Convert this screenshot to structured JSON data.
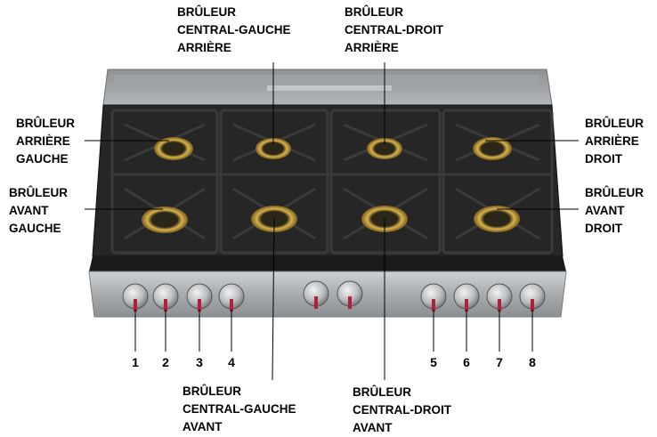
{
  "labels": {
    "rear_center_left": [
      "BRÛLEUR",
      "CENTRAL-GAUCHE",
      "ARRIÈRE"
    ],
    "rear_center_right": [
      "BRÛLEUR",
      "CENTRAL-DROIT",
      "ARRIÈRE"
    ],
    "rear_left": [
      "BRÛLEUR",
      "ARRIÈRE",
      "GAUCHE"
    ],
    "rear_right": [
      "BRÛLEUR",
      "ARRIÈRE",
      "DROIT"
    ],
    "front_left": [
      "BRÛLEUR",
      "AVANT",
      "GAUCHE"
    ],
    "front_right": [
      "BRÛLEUR",
      "AVANT",
      "DROIT"
    ],
    "front_center_left": [
      "BRÛLEUR",
      "CENTRAL-GAUCHE",
      "AVANT"
    ],
    "front_center_right": [
      "BRÛLEUR",
      "CENTRAL-DROIT",
      "AVANT"
    ]
  },
  "knob_numbers": [
    "1",
    "2",
    "3",
    "4",
    "5",
    "6",
    "7",
    "8"
  ],
  "colors": {
    "grate": "#1c1c1c",
    "cooktop": "#2a2a2a",
    "steel": "#b9bcbf",
    "backguard": "#a7aaad",
    "burner_ring": "#c9a23a",
    "knob_indicator": "#b0203a"
  }
}
